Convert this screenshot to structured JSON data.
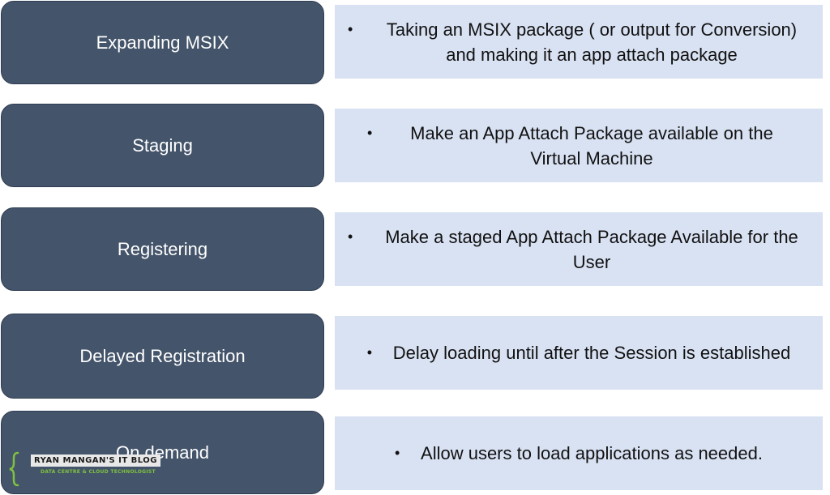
{
  "rows": [
    {
      "term": "Expanding MSIX",
      "description": "Taking an MSIX package ( or output for Conversion) and making it an app attach package"
    },
    {
      "term": "Staging",
      "description": "Make an App Attach Package available on the Virtual Machine"
    },
    {
      "term": "Registering",
      "description": "Make a staged App Attach Package Available for the User"
    },
    {
      "term": "Delayed Registration",
      "description": "Delay loading until after the Session is established"
    },
    {
      "term": "On demand",
      "description": "Allow users to load applications as needed."
    }
  ],
  "bullet_char": "•",
  "watermark": {
    "title": "RYAN MANGAN'S IT BLOG",
    "subtitle": "DATA CENTRE & CLOUD TECHNOLOGIST"
  },
  "colors": {
    "term_bg": "#44546a",
    "description_bg": "#d9e2f3",
    "logo_accent": "#7fc241"
  }
}
